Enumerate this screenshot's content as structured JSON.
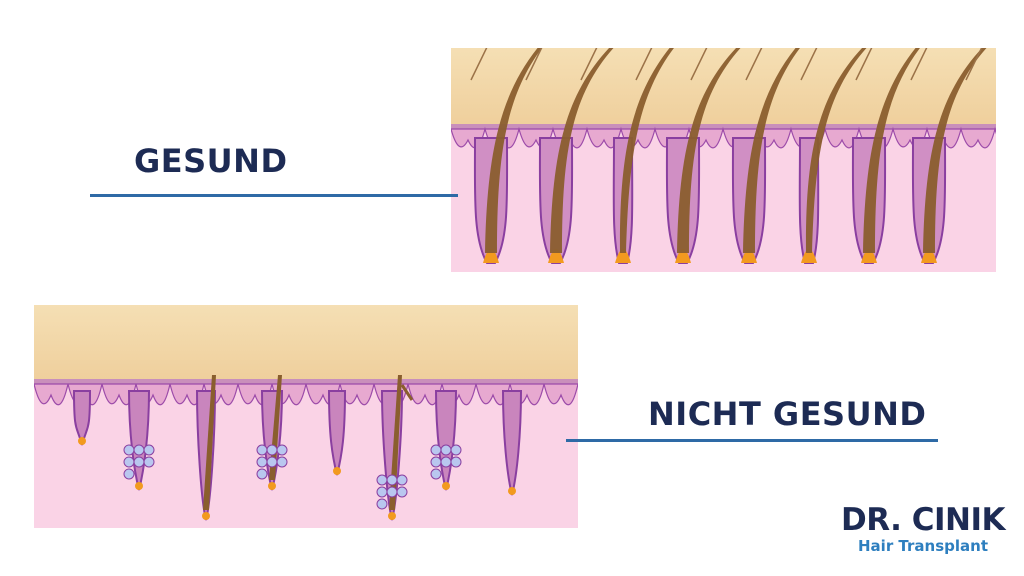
{
  "labels": {
    "healthy": "GESUND",
    "unhealthy": "NICHT GESUND"
  },
  "logo": {
    "brand": "DR. CINIK",
    "tagline": "Hair Transplant"
  },
  "colors": {
    "label_text": "#1d2b54",
    "leader_line": "#2e6aa6",
    "logo_accent": "#2e7fbf",
    "skin_surface": "#f3d6a6",
    "dermis_top": "#e1a8cf",
    "dermis_body": "#fad3e6",
    "follicle_outline": "#8a3fa0",
    "hair_shaft": "#8a5e2e",
    "bulb": "#f29a1f"
  }
}
